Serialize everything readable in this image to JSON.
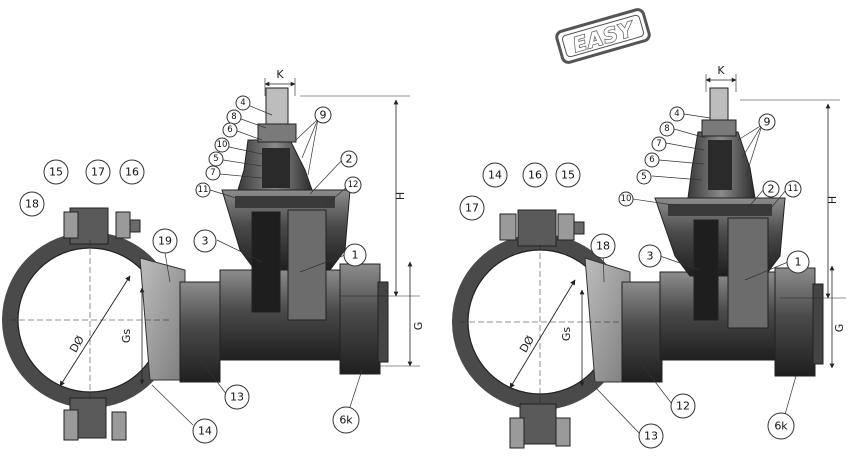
{
  "badge": {
    "text": "EASY"
  },
  "left_figure": {
    "dimensions": {
      "k": "K",
      "h": "H",
      "g": "G",
      "gs": "Gs",
      "d": "DØ"
    },
    "callouts": [
      "1",
      "2",
      "3",
      "4",
      "5",
      "6",
      "7",
      "8",
      "9",
      "10",
      "11",
      "12",
      "13",
      "14",
      "15",
      "16",
      "17",
      "18",
      "19",
      "6k"
    ]
  },
  "right_figure": {
    "dimensions": {
      "k": "K",
      "h": "H",
      "g": "G",
      "gs": "Gs",
      "d": "DØ"
    },
    "callouts": [
      "1",
      "2",
      "3",
      "4",
      "5",
      "6",
      "7",
      "8",
      "9",
      "10",
      "11",
      "12",
      "13",
      "14",
      "15",
      "16",
      "17",
      "18",
      "6k"
    ]
  },
  "colors": {
    "body_dark": "#2f2f2f",
    "body_mid": "#5a5a5a",
    "body_light": "#9a9a9a",
    "line": "#222222"
  }
}
